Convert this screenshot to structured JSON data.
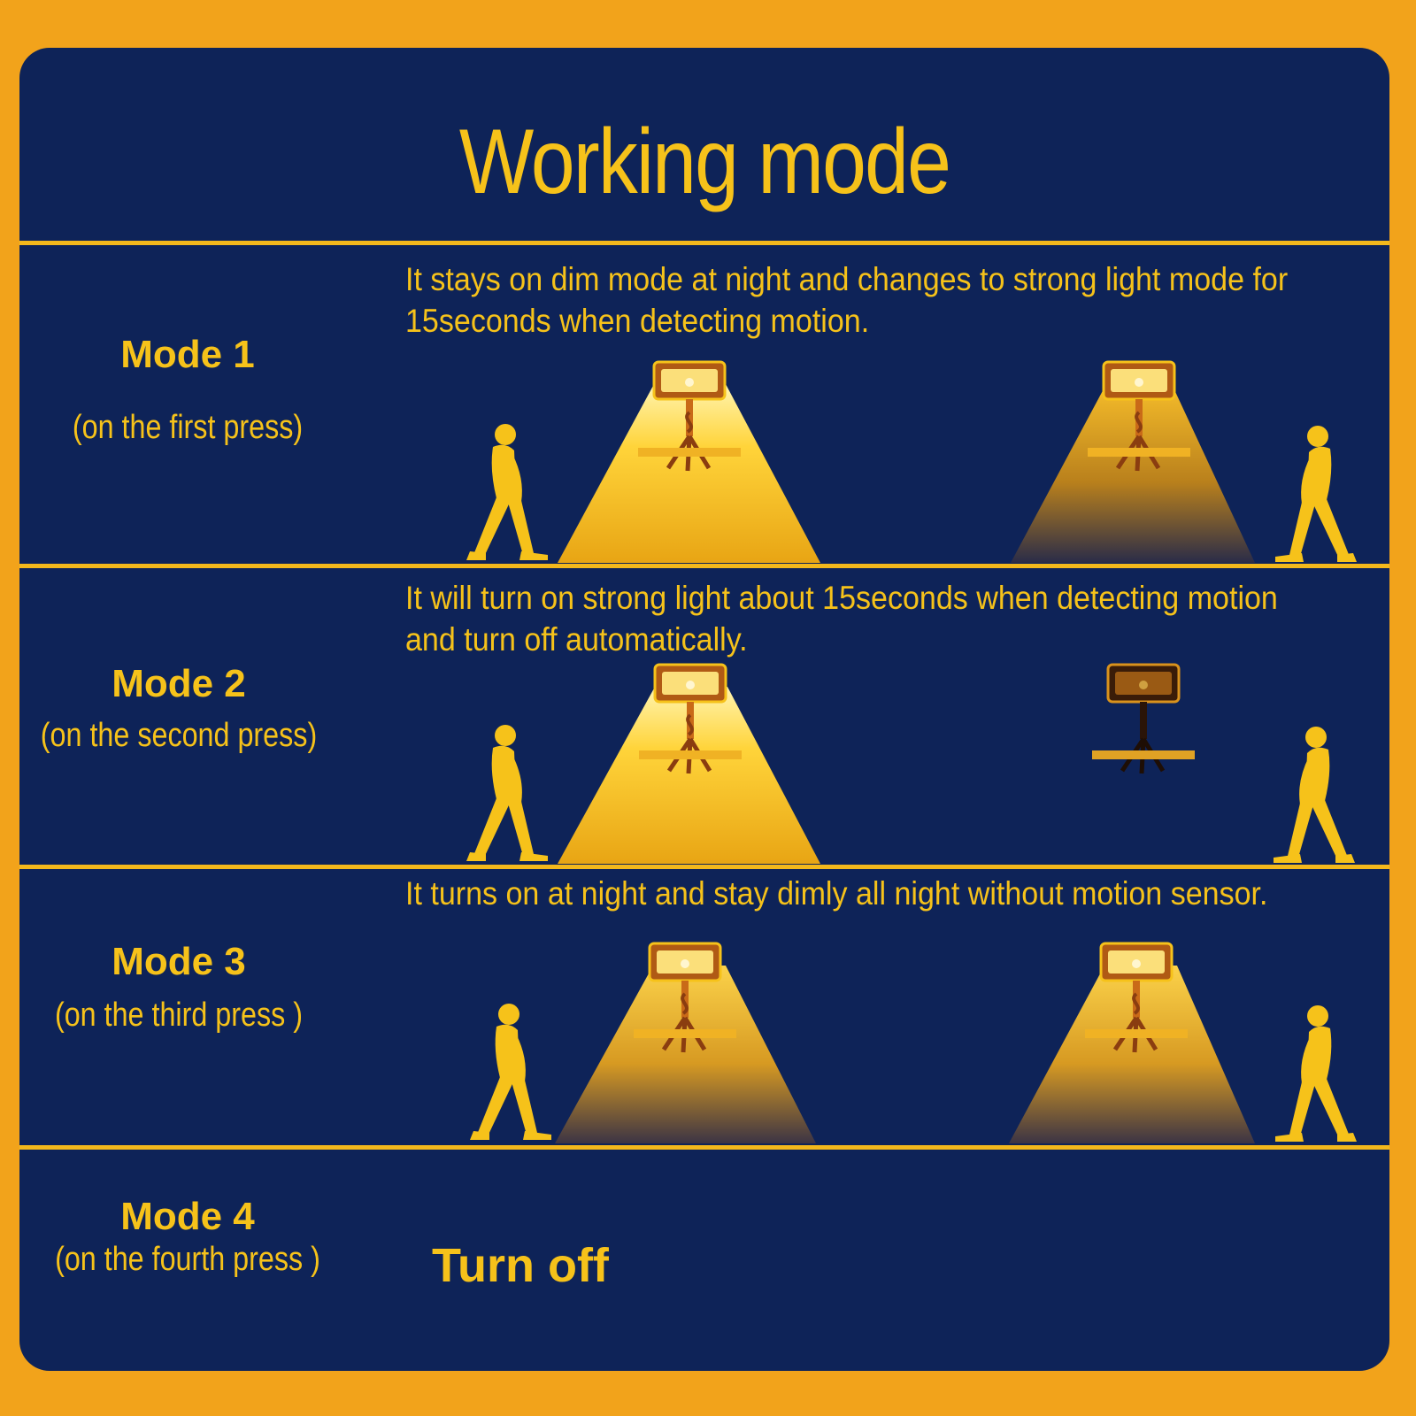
{
  "title": "Working mode",
  "modes": [
    {
      "name": "Mode 1",
      "press": "(on the first press)",
      "description": "It stays on dim mode at night and changes to strong light  mode for 15seconds when detecting motion."
    },
    {
      "name": "Mode 2",
      "press": "(on the second press)",
      "description": "It will turn on strong light about 15seconds when detecting motion and turn off automatically."
    },
    {
      "name": "Mode 3",
      "press": "(on the third press )",
      "description": "It turns on at night and stay dimly all night without motion sensor."
    },
    {
      "name": "Mode 4",
      "press": "(on the fourth press )",
      "description": "Turn off"
    }
  ],
  "colors": {
    "background": "#f2a31b",
    "panel": "#0e2358",
    "accent": "#f6c21a"
  },
  "icons": [
    "solar-lamp-icon",
    "walking-person-icon",
    "light-beam"
  ]
}
